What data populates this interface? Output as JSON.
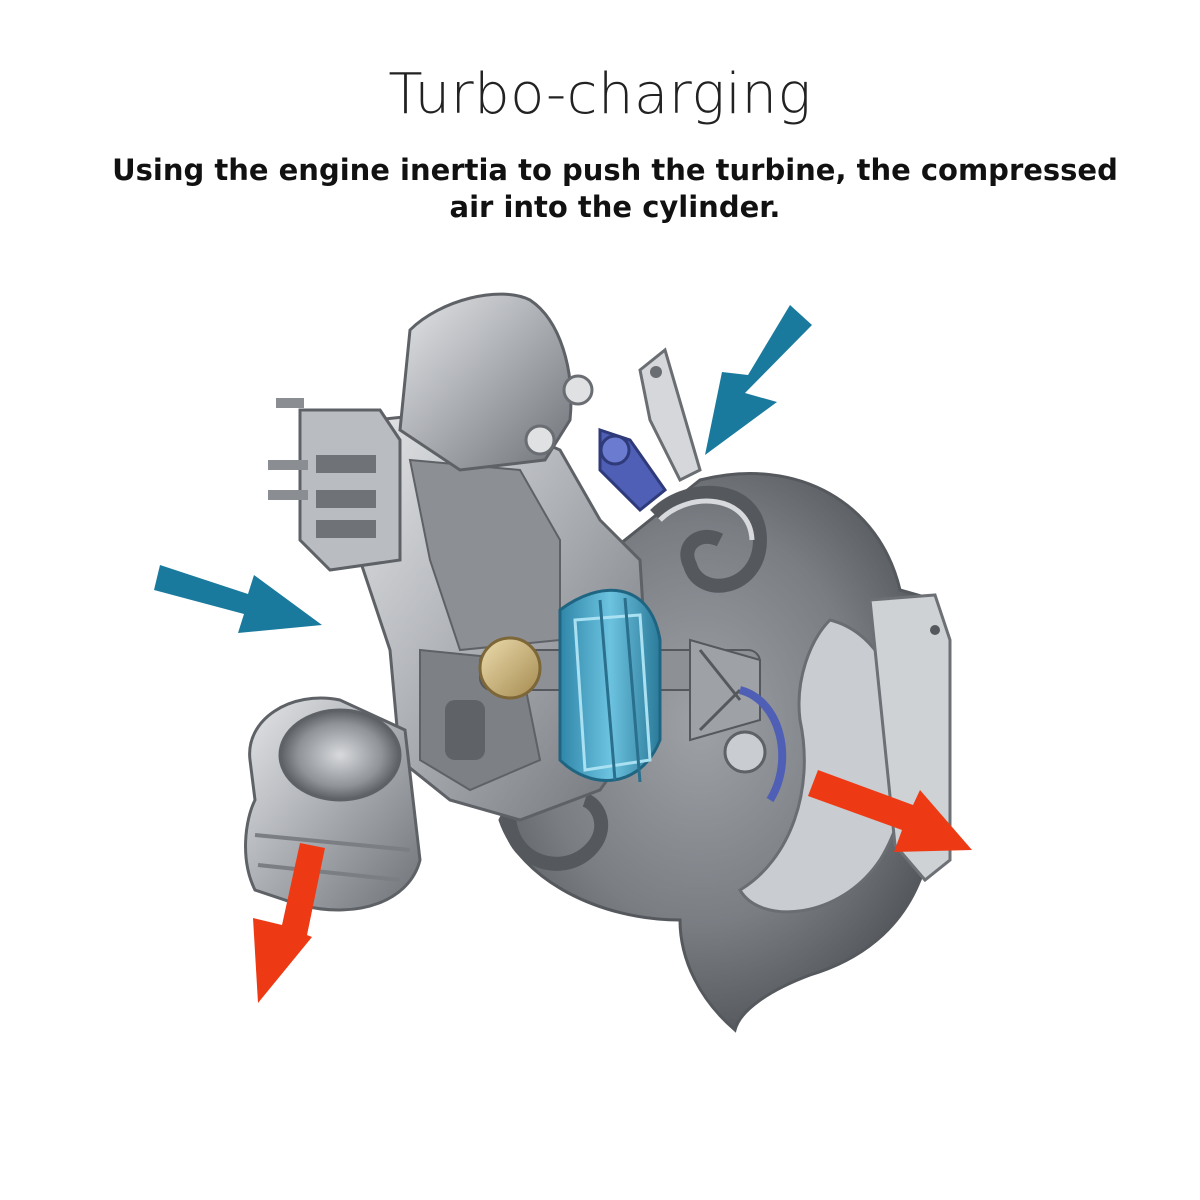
{
  "header": {
    "title": "Turbo-charging",
    "subtitle": "Using the engine inertia to push the turbine, the compressed air into the cylinder."
  },
  "diagram": {
    "subject": "turbocharger-cutaway",
    "colors": {
      "inflow_arrow": "#1a7a9e",
      "outflow_arrow": "#ee3a14",
      "housing": "#a9acb1",
      "housing_dark": "#6e7277",
      "housing_light": "#d9dbde",
      "compressor_wheel": "#4aa7c9",
      "bearing": "#c9b27a",
      "actuator": "#4e5fb5"
    }
  }
}
